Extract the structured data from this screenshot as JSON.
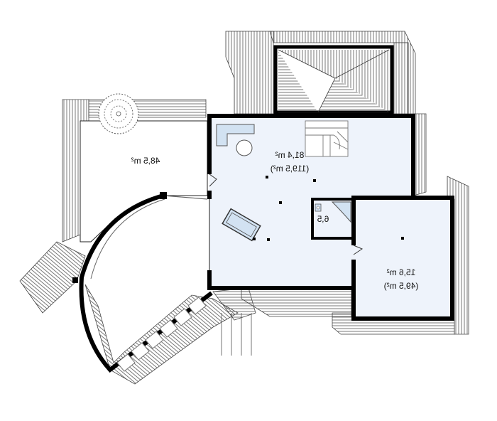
{
  "plan": {
    "rooms": [
      {
        "id": "terrace",
        "area": "48,5 m²",
        "note": ""
      },
      {
        "id": "main-hall",
        "area": "81,4 m²",
        "note": "(119,5 m²)"
      },
      {
        "id": "bathroom",
        "area": "6,5",
        "note": ""
      },
      {
        "id": "side-room",
        "area": "15,6 m²",
        "note": "(49,5 m²)"
      }
    ]
  },
  "colors": {
    "wall": "#000000",
    "interior_fill": "#eef3fb",
    "roof_hatch": "#555555",
    "furniture": "#d2e2f2"
  }
}
